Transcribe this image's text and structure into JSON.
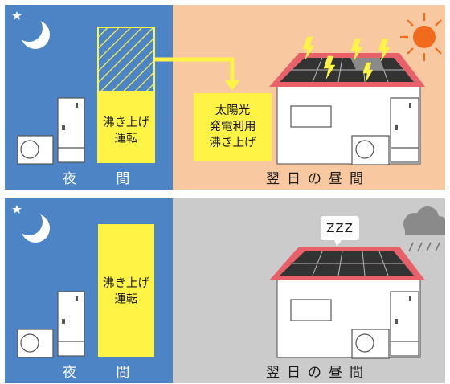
{
  "top": {
    "night_caption": "夜 間",
    "day_caption": "翌日の昼間",
    "boil_label_line1": "沸き上げ",
    "boil_label_line2": "運転",
    "solar_label_line1": "太陽光",
    "solar_label_line2": "発電利用",
    "solar_label_line3": "沸き上げ",
    "weather_icon": "sun-icon"
  },
  "bottom": {
    "night_caption": "夜 間",
    "day_caption": "翌日の昼間",
    "boil_label_line1": "沸き上げ",
    "boil_label_line2": "運転",
    "sleep_text": "ZZZ",
    "weather_icon": "rain-cloud-icon"
  },
  "colors": {
    "night": "#4d84c6",
    "sunny_day": "#f8c8a0",
    "cloudy_day": "#cbcbcb",
    "highlight": "#fff345",
    "roof": "#e8606a",
    "sun": "#f26b1d"
  }
}
